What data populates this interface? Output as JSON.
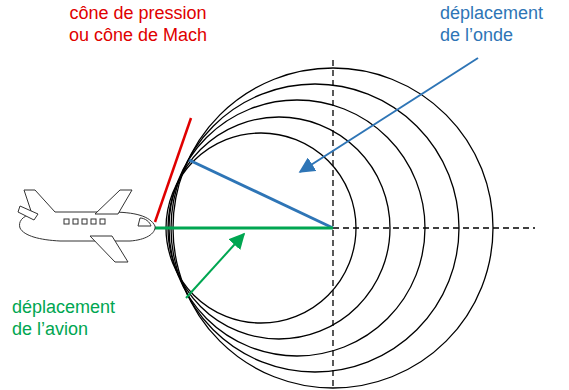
{
  "diagram": {
    "labels": [
      "cône de pression ou cône de Mach",
      "déplacement de l’onde",
      "déplacement de l’avion"
    ]
  }
}
